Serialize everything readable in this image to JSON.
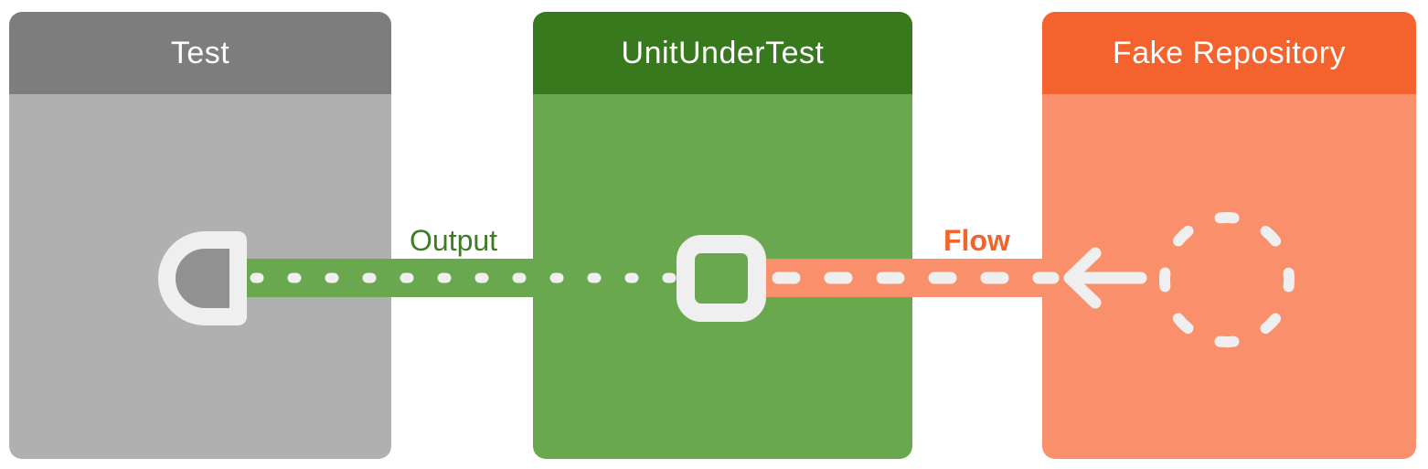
{
  "diagram": {
    "background_color": "#ffffff",
    "white_accent": "#efefef",
    "title_color": "#ffffff",
    "boxes": [
      {
        "title": "Test",
        "header_color": "#7d7d7d",
        "body_color": "#b0b0b0",
        "socket_fill": "#919191"
      },
      {
        "title": "UnitUnderTest",
        "header_color": "#38791d",
        "body_color": "#6aa84f"
      },
      {
        "title": "Fake Repository",
        "header_color": "#f4632e",
        "body_color": "#f98f6b"
      }
    ],
    "connections": [
      {
        "label": "Output",
        "label_color": "#3e7c23",
        "line_color": "#6aa84f",
        "style": "dotted",
        "from": "UnitUnderTest",
        "to": "Test"
      },
      {
        "label": "Flow",
        "label_color": "#f4632a",
        "line_color": "#f98f6b",
        "style": "dashed",
        "from": "Fake Repository",
        "to": "UnitUnderTest"
      }
    ]
  }
}
